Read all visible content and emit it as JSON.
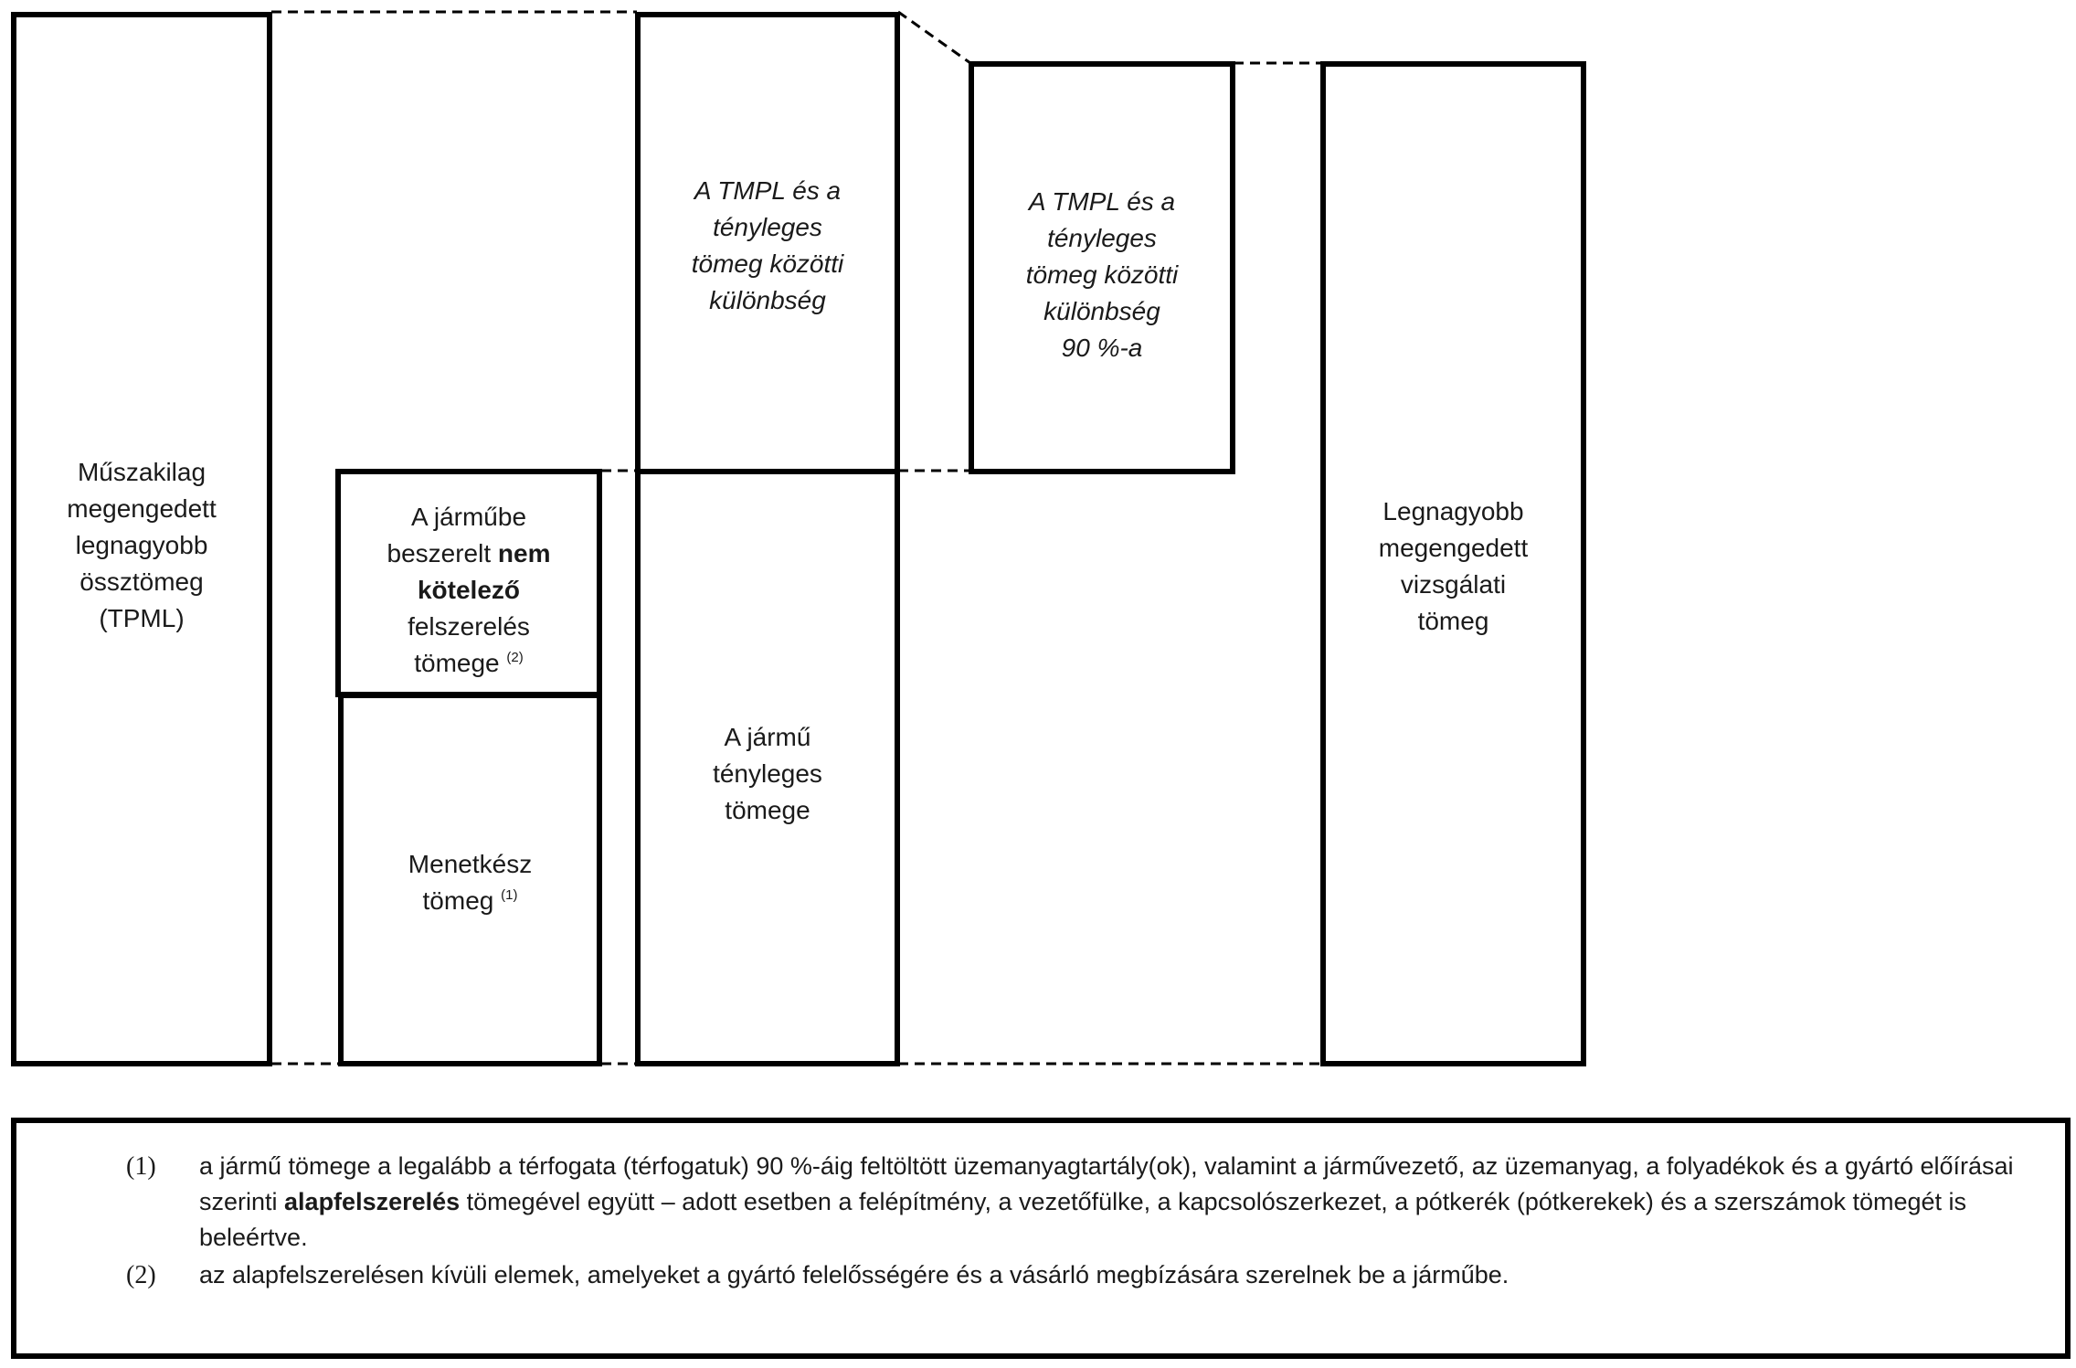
{
  "diagram": {
    "tpml_box": {
      "line1": "Műszakilag",
      "line2": "megengedett",
      "line3": "legnagyobb",
      "line4": "össztömeg",
      "line5": "(TPML)"
    },
    "optional_equipment_box": {
      "line1": "A járműbe",
      "line2_prefix": "beszerelt ",
      "line2_bold": "nem",
      "line3_bold": "kötelező",
      "line4": "felszerelés",
      "line5": "tömege ",
      "footnote_ref": "(2)"
    },
    "running_order_box": {
      "line1": "Menetkész",
      "line2": "tömeg ",
      "footnote_ref": "(1)"
    },
    "difference_box": {
      "line1": "A TMPL és a",
      "line2": "tényleges",
      "line3": "tömeg közötti",
      "line4": "különbség"
    },
    "actual_mass_box": {
      "line1": "A jármű",
      "line2": "tényleges",
      "line3": "tömege"
    },
    "difference_90_box": {
      "line1": "A TMPL és a",
      "line2": "tényleges",
      "line3": "tömeg közötti",
      "line4": "különbség",
      "line5": "90 %-a"
    },
    "max_test_mass_box": {
      "line1": "Legnagyobb",
      "line2": "megengedett",
      "line3": "vizsgálati",
      "line4": "tömeg"
    }
  },
  "footnotes": [
    {
      "number": "(1)",
      "text_a": "a jármű tömege a legalább a térfogata (térfogatuk) 90 %-áig feltöltött üzemanyagtartály(ok), valamint a járművezető, az üzemanyag, a folyadékok és a gyártó előírásai szerinti ",
      "text_bold": "alapfelszerelés",
      "text_b": " tömegével együtt – adott esetben a felépítmény, a vezetőfülke, a kapcsolószerkezet, a pótkerék (pótkerekek) és a szerszámok tömegét is beleértve."
    },
    {
      "number": "(2)",
      "text": "az alapfelszerelésen kívüli elemek, amelyeket a gyártó felelősségére és a vásárló megbízására szerelnek be a járműbe."
    }
  ]
}
